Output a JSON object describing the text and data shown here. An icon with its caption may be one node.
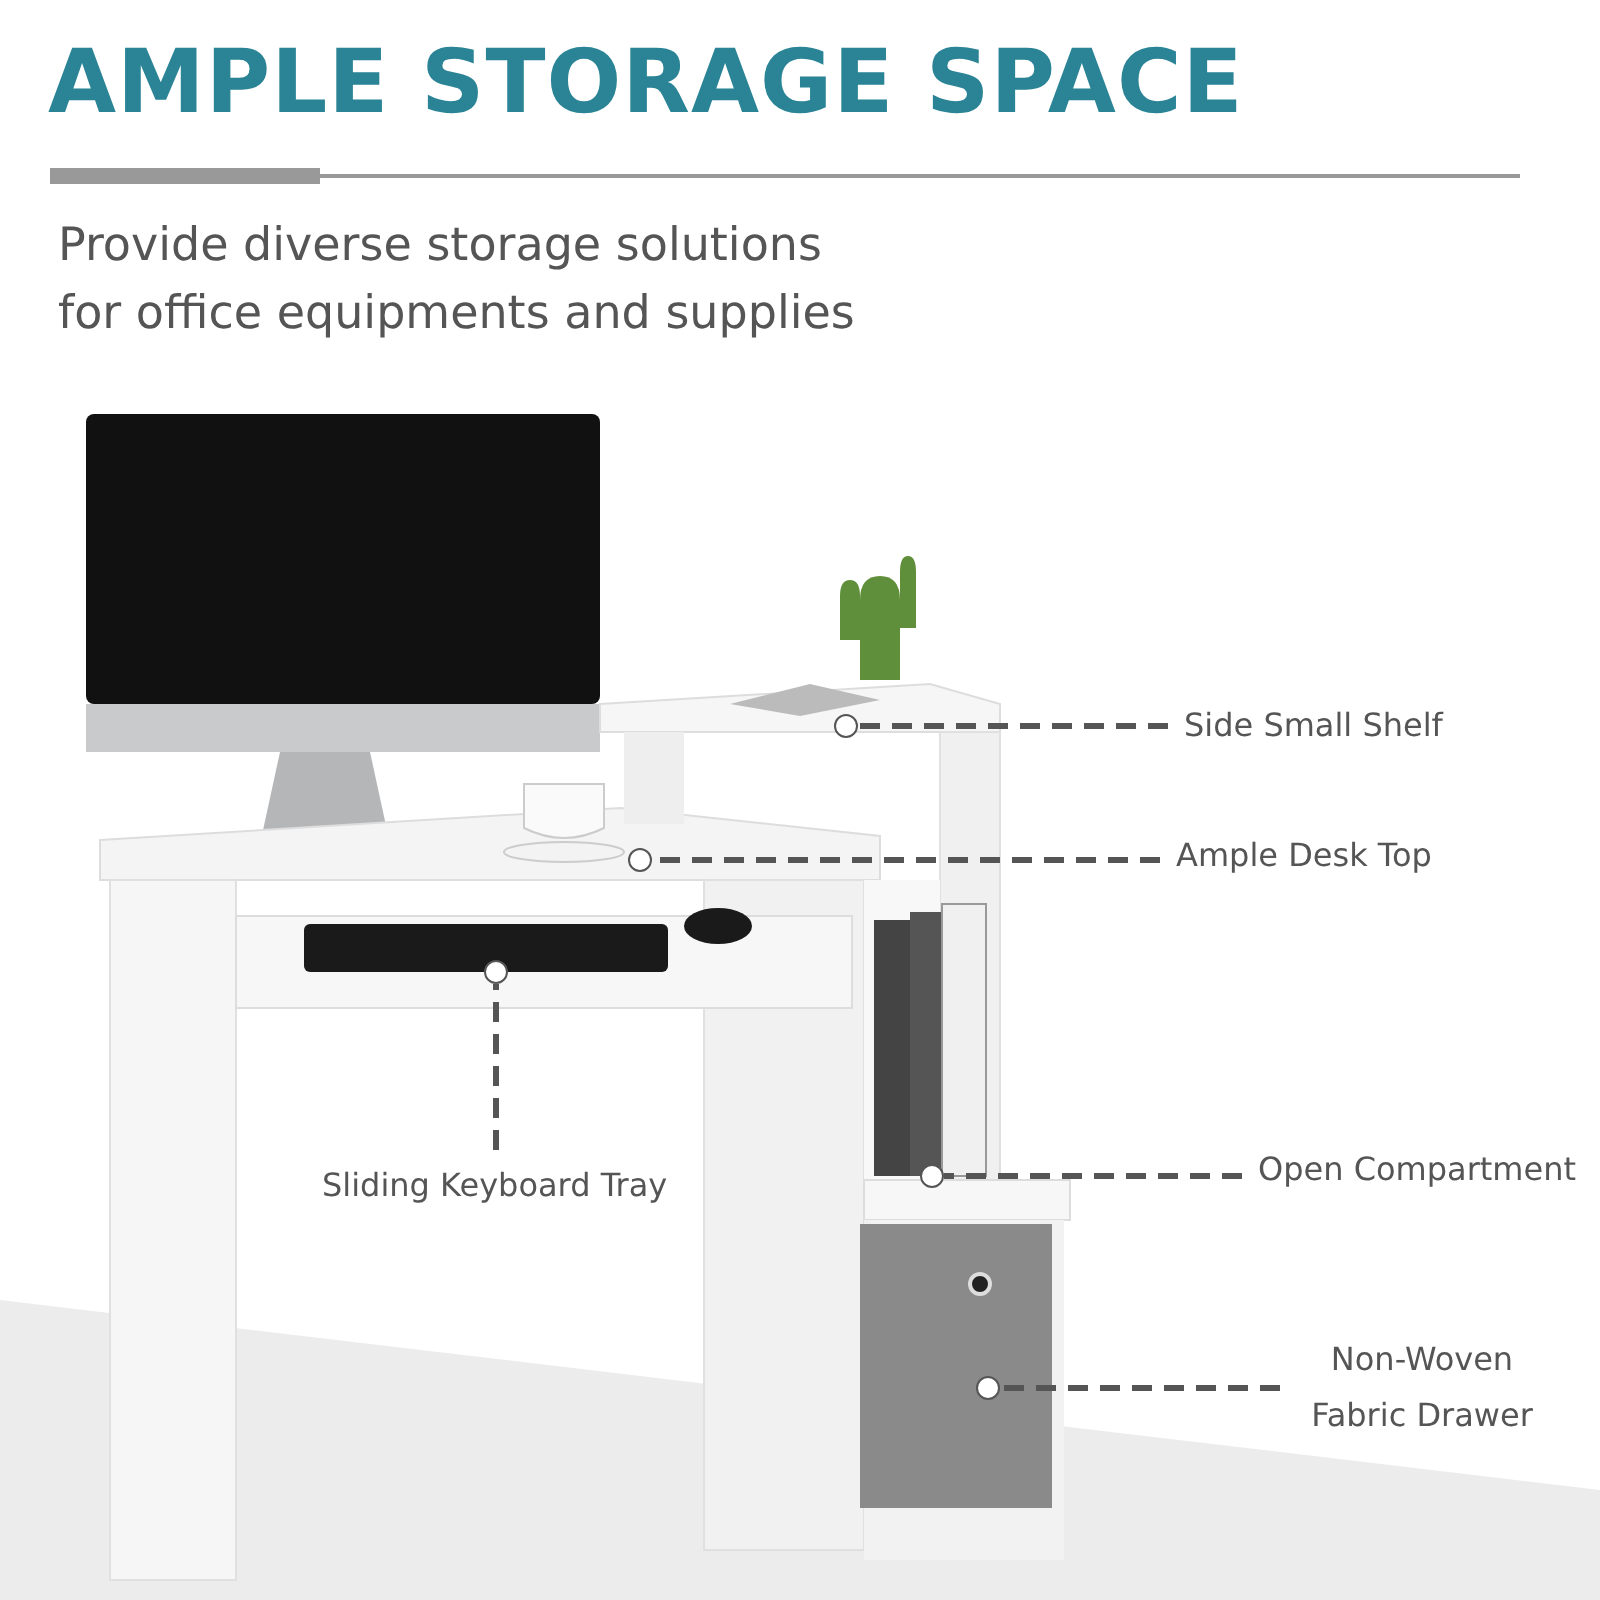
{
  "diagram": {
    "title": "AMPLE STORAGE SPACE",
    "nodes": [
      {
        "text": [
          "Side Small Shelf"
        ]
      },
      {
        "text": [
          "Ample Desk Top"
        ]
      },
      {
        "text": [
          "Sliding Keyboard Tray"
        ]
      },
      {
        "text": [
          "Open Compartment"
        ]
      },
      {
        "text": [
          "Non-Woven Fabric Drawer"
        ]
      },
      {
        "text": [],
        "shape": "circle"
      },
      {
        "text": [],
        "shape": "circle"
      },
      {
        "text": [],
        "shape": "circle"
      },
      {
        "text": [],
        "shape": "circle"
      },
      {
        "text": [],
        "shape": "circle"
      }
    ],
    "edges": [
      {
        "from": 0,
        "to": 5,
        "arrow": "none",
        "style": "dashed"
      },
      {
        "from": 1,
        "to": 6,
        "arrow": "none",
        "style": "dashed"
      },
      {
        "from": 2,
        "to": 7,
        "arrow": "none",
        "style": "dashed"
      },
      {
        "from": 3,
        "to": 8,
        "arrow": "none",
        "style": "dashed"
      },
      {
        "from": 4,
        "to": 9,
        "arrow": "none",
        "style": "dashed"
      }
    ],
    "labels": [
      "Provide diverse storage solutions for office equipments and supplies"
    ]
  }
}
